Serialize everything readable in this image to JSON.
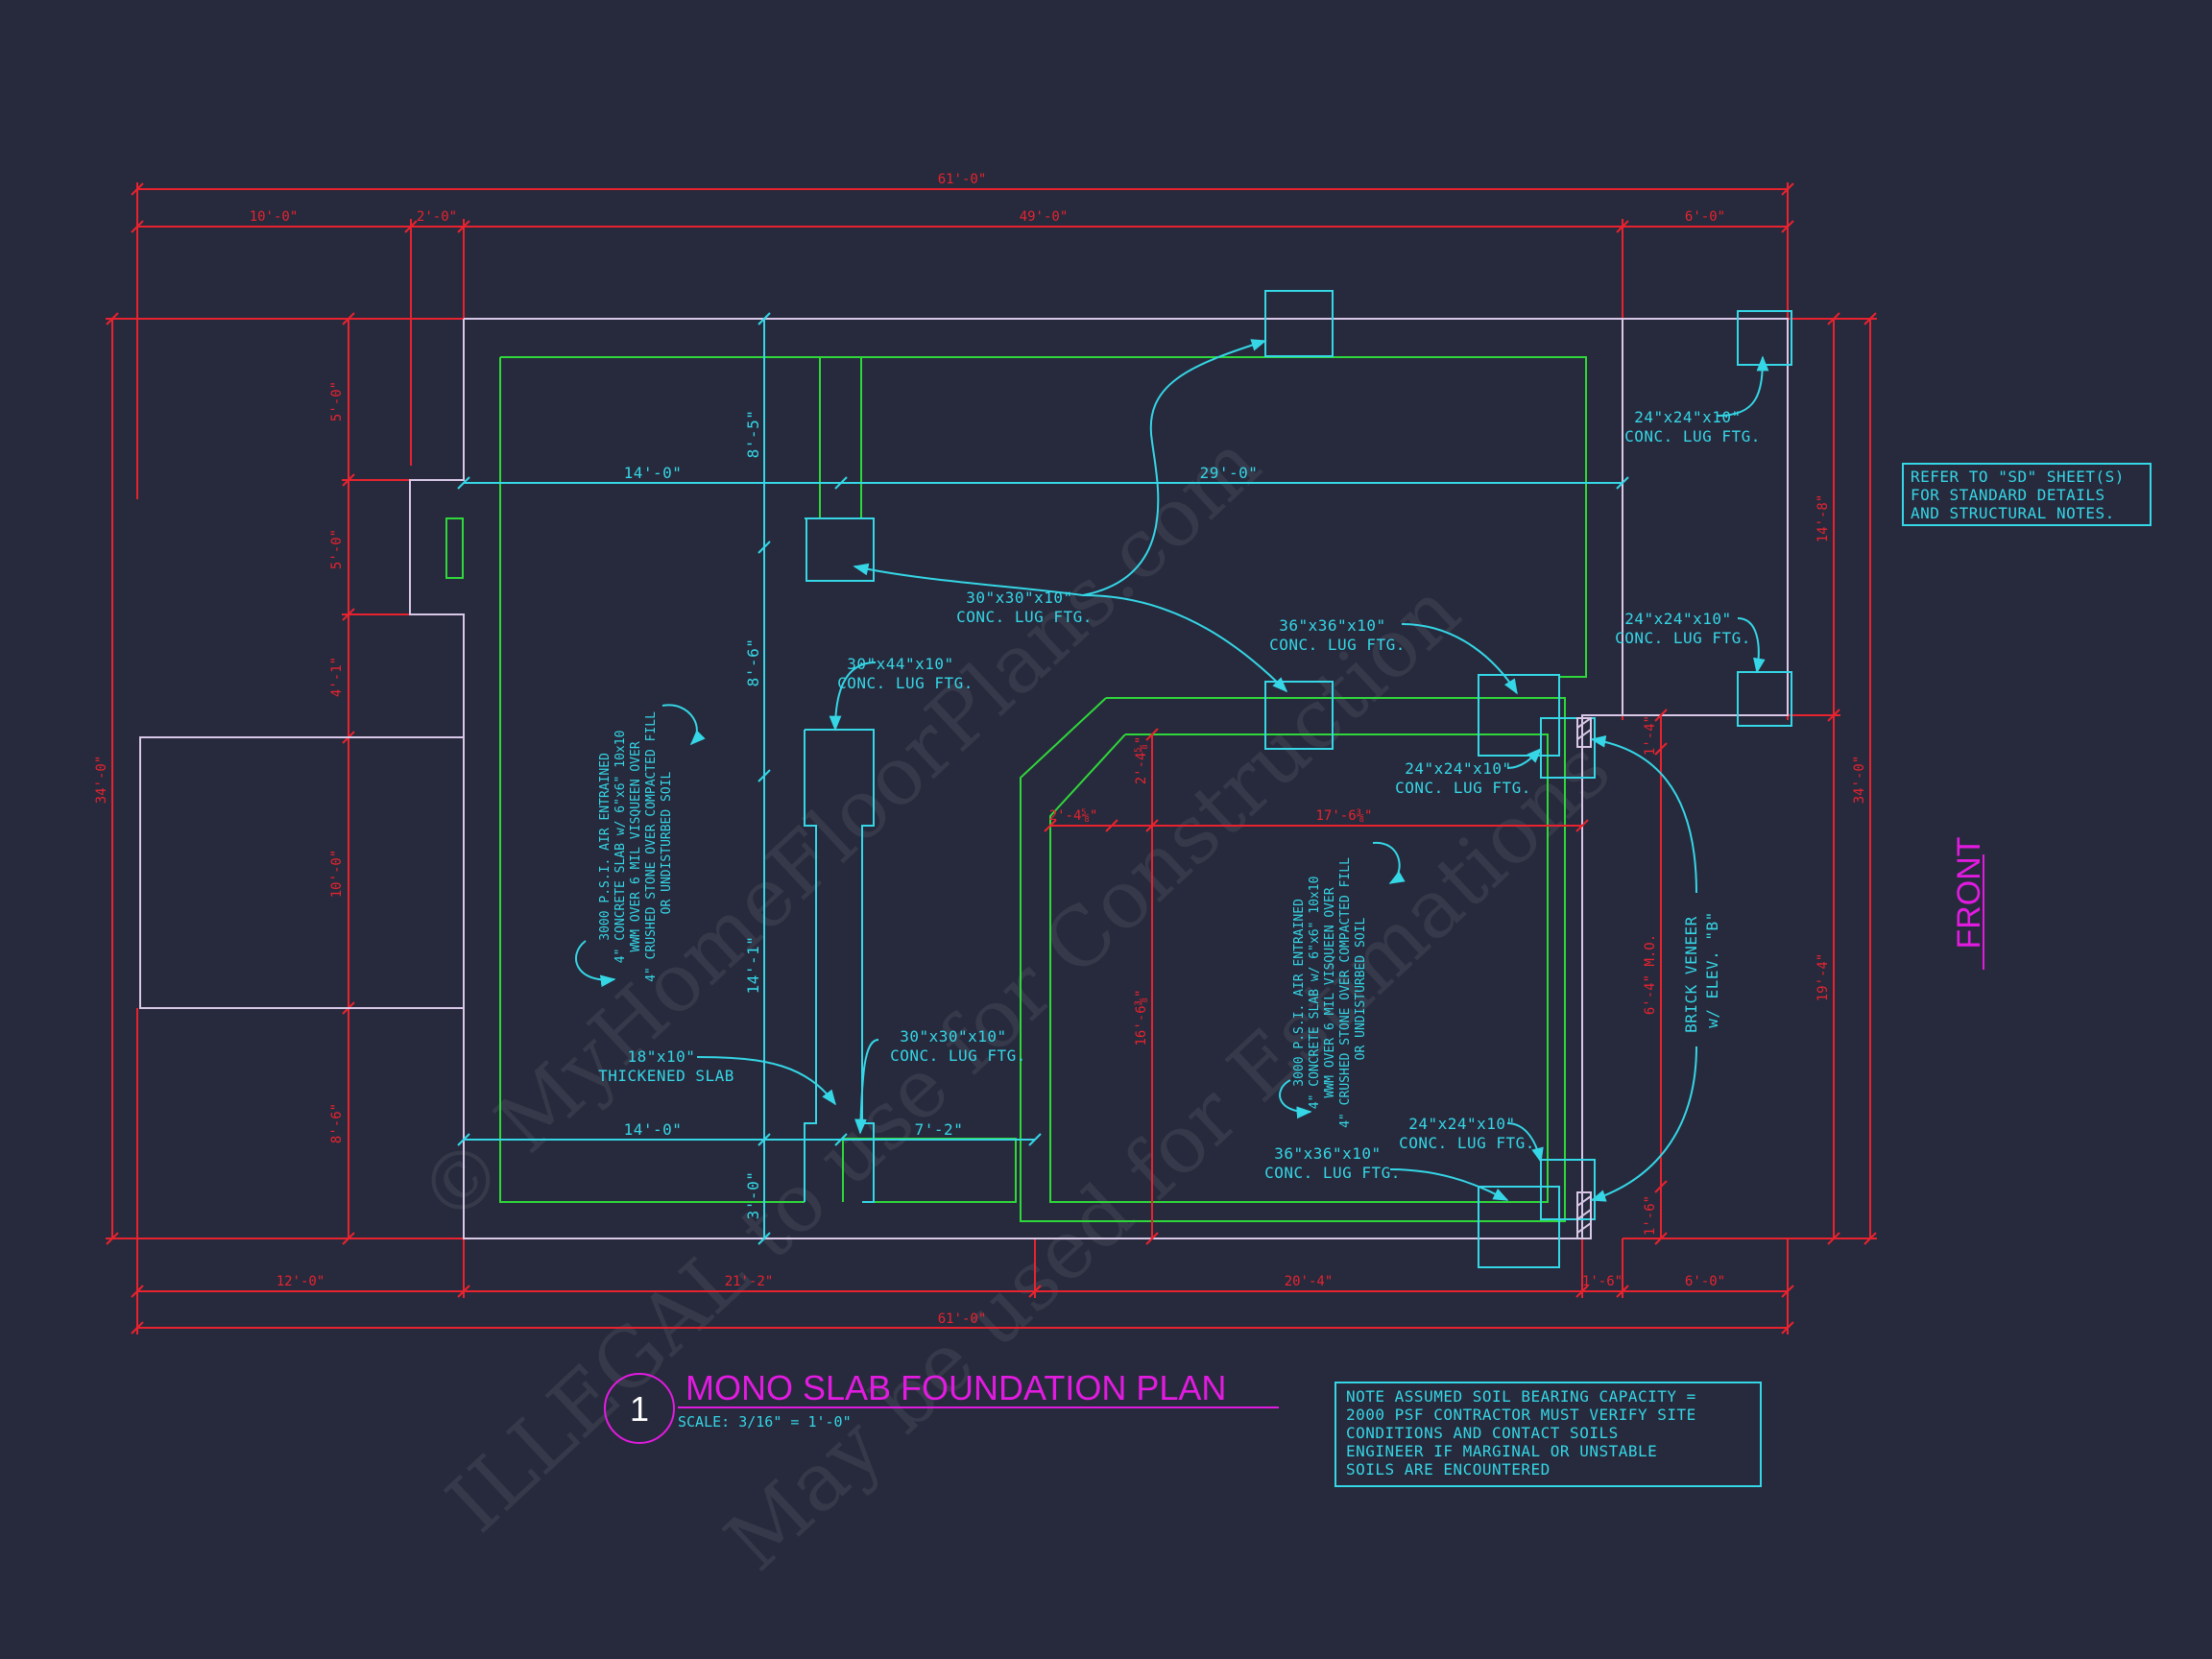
{
  "title": {
    "number": "1",
    "name": "MONO SLAB FOUNDATION PLAN",
    "scale": "SCALE: 3/16\" = 1'-0\""
  },
  "front_label": "FRONT",
  "refer_note": [
    "REFER TO \"SD\" SHEET(S)",
    "FOR STANDARD DETAILS",
    "AND STRUCTURAL NOTES."
  ],
  "soil_note": [
    "NOTE ASSUMED SOIL BEARING CAPACITY =",
    "2000 PSF CONTRACTOR MUST VERIFY SITE",
    "CONDITIONS AND CONTACT SOILS",
    "ENGINEER IF MARGINAL OR UNSTABLE",
    "SOILS ARE ENCOUNTERED"
  ],
  "dimensions": {
    "top_overall": "61'-0\"",
    "top_segments": [
      "10'-0\"",
      "2'-0\"",
      "49'-0\"",
      "6'-0\""
    ],
    "bottom_overall": "61'-0\"",
    "bottom_segments": [
      "12'-0\"",
      "21'-2\"",
      "20'-4\"",
      "1'-6\"",
      "6'-0\""
    ],
    "left_overall": "34'-0\"",
    "left_segments": [
      "5'-0\"",
      "5'-0\"",
      "4'-1\"",
      "10'-0\"",
      "8'-6\""
    ],
    "right_overall": "34'-0\"",
    "right_segments": [
      "14'-8\"",
      "19'-4\""
    ],
    "interior_14a": "14'-0\"",
    "interior_29": "29'-0\"",
    "interior_14b": "14'-0\"",
    "interior_7_2": "7'-2\"",
    "vert_8_5": "8'-5\"",
    "vert_8_6": "8'-6\"",
    "vert_14_1": "14'-1\"",
    "vert_3_0": "3'-0\"",
    "gar_2_4a": "2'-4⅝\"",
    "gar_2_4b": "2'-4⅝\"",
    "gar_17_6": "17'-6⅜\"",
    "gar_16_6": "16'-6⅜\"",
    "gar_6_4": "6'-4\" M.O.",
    "gar_1_4": "1'-4\"",
    "gar_1_6": "1'-6\""
  },
  "callouts": {
    "ftg_24_top": [
      "24\"x24\"x10\"",
      "CONC. LUG FTG."
    ],
    "ftg_30_a": [
      "30\"x30\"x10\"",
      "CONC. LUG FTG."
    ],
    "ftg_36_top": [
      "36\"x36\"x10\"",
      "CONC. LUG FTG."
    ],
    "ftg_24_mid": [
      "24\"x24\"x10\"",
      "CONC. LUG FTG."
    ],
    "ftg_30x44": [
      "30\"x44\"x10\"",
      "CONC. LUG FTG."
    ],
    "ftg_24_gar": [
      "24\"x24\"x10\"",
      "CONC. LUG FTG."
    ],
    "ftg_30_b": [
      "30\"x30\"x10\"",
      "CONC. LUG FTG."
    ],
    "thickened": [
      "18\"x10\"",
      "THICKENED SLAB"
    ],
    "ftg_24_bot": [
      "24\"x24\"x10\"",
      "CONC. LUG FTG."
    ],
    "ftg_36_bot": [
      "36\"x36\"x10\"",
      "CONC. LUG FTG."
    ],
    "brick": [
      "BRICK VENEER",
      "w/ ELEV. \"B\""
    ]
  },
  "slab_note_house": [
    "3000 P.S.I. AIR ENTRAINED",
    "4\" CONCRETE SLAB w/ 6\"x6\" 10x10",
    "WWM OVER 6 MIL VISQUEEN OVER",
    "4\" CRUSHED STONE OVER COMPACTED FILL",
    "OR UNDISTURBED SOIL"
  ],
  "slab_note_garage": [
    "3000 P.S.I. AIR ENTRAINED",
    "4\" CONCRETE SLAB w/ 6\"x6\" 10x10",
    "WWM OVER 6 MIL VISQUEEN OVER",
    "4\" CRUSHED STONE OVER COMPACTED FILL",
    "OR UNDISTURBED SOIL"
  ],
  "watermark": [
    "© MyHomeFloorPlans.com",
    "ILLEGAL to use for Construction",
    "May be used for Estimations"
  ],
  "colors": {
    "background": "#262a3c",
    "dimension": "#e8232f",
    "annotation": "#35d6e6",
    "slab_edge": "#2fd83a",
    "wall": "#d9c7e8",
    "title": "#e21be0"
  }
}
